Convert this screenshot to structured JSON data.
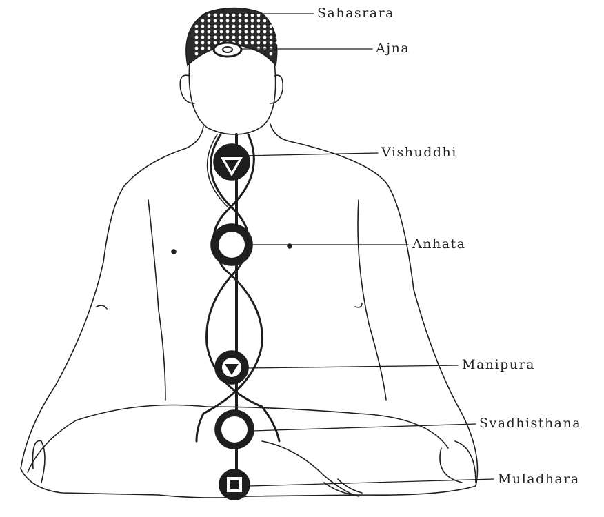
{
  "title": "Chakras",
  "colors": {
    "ink": "#1e1e1e",
    "background": "#ffffff"
  },
  "chakras": [
    {
      "id": "sahasrara",
      "label": "Sahasrara"
    },
    {
      "id": "ajna",
      "label": "Ajna"
    },
    {
      "id": "vishuddhi",
      "label": "Vishuddhi"
    },
    {
      "id": "anhata",
      "label": "Anhata"
    },
    {
      "id": "manipura",
      "label": "Manipura"
    },
    {
      "id": "svadhisthana",
      "label": "Svadhisthana"
    },
    {
      "id": "muladhara",
      "label": "Muladhara"
    }
  ]
}
